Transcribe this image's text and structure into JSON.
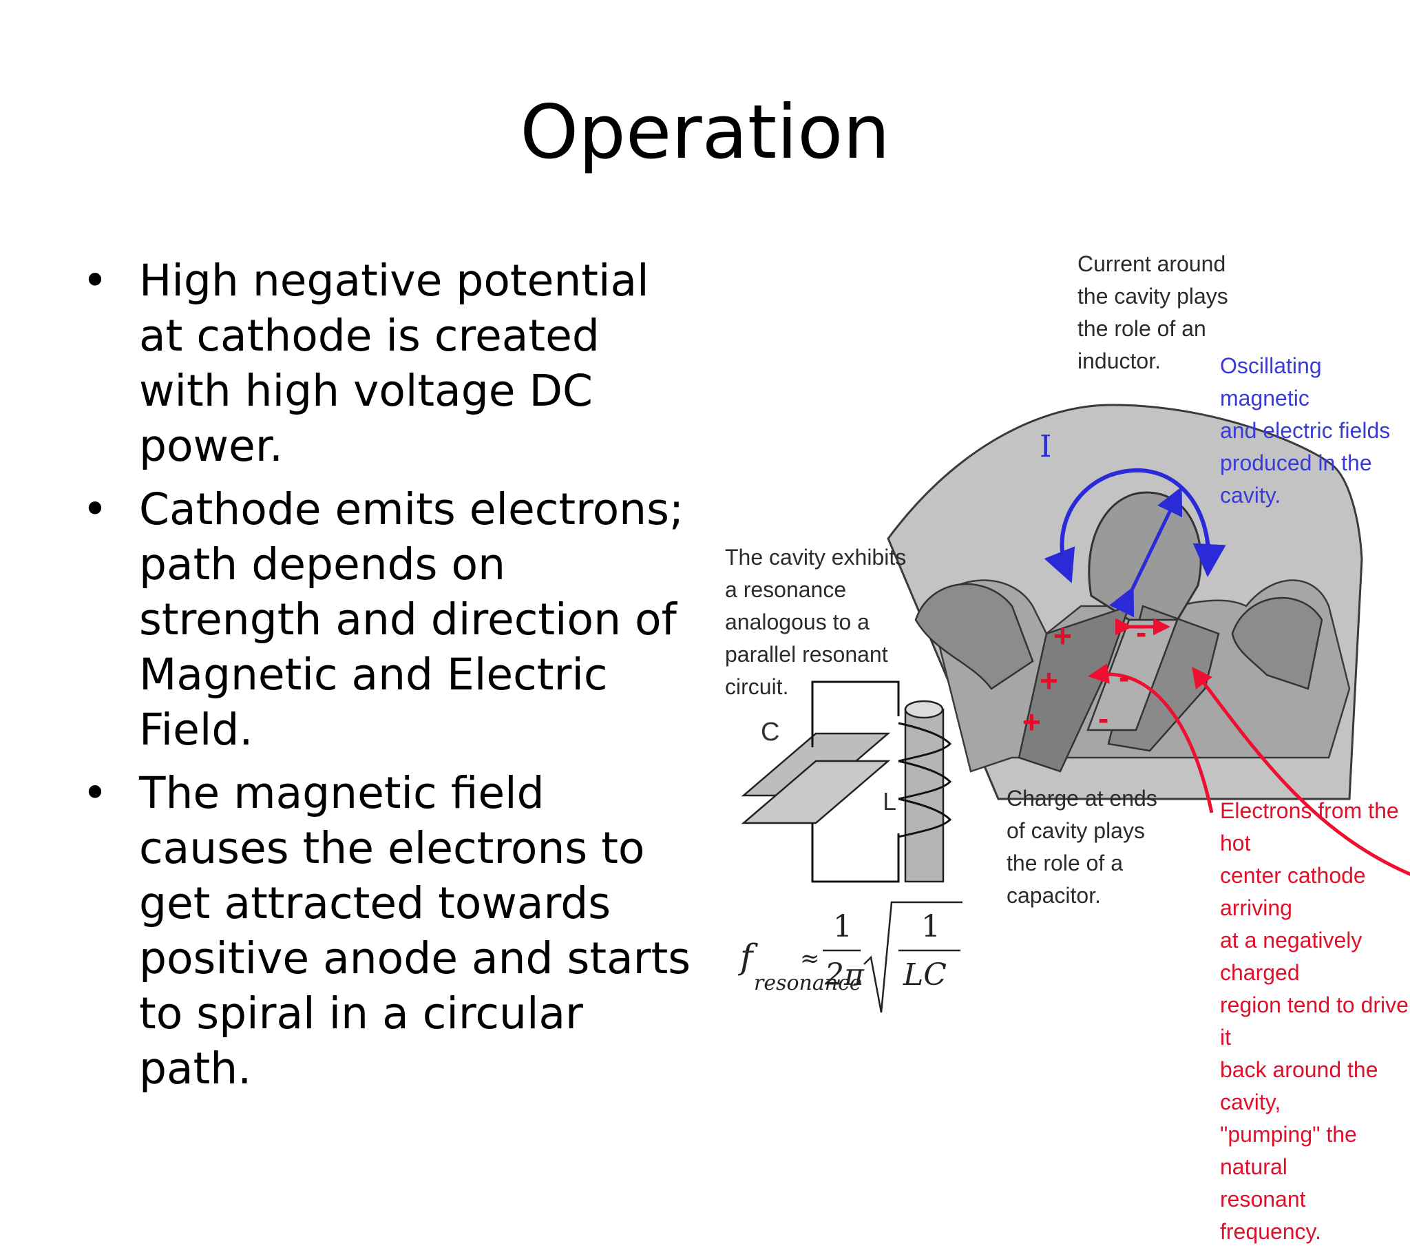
{
  "slide": {
    "title": "Operation",
    "bullet_marker": "•",
    "bullets": [
      "High negative potential at cathode is created with high voltage DC power.",
      "Cathode emits electrons; path depends on strength and direction of Magnetic and Electric Field.",
      "The magnetic field causes the electrons to get attracted towards positive anode and starts to spiral in a circular path."
    ]
  },
  "diagram": {
    "labels": {
      "current_note": "Current around\nthe cavity plays\nthe role of an\ninductor.",
      "fields_note": "Oscillating magnetic\nand electric fields\nproduced in the\ncavity.",
      "cavity_note": "The cavity exhibits\na resonance\nanalogous to a\nparallel resonant\ncircuit.",
      "charge_note": "Charge at ends\nof cavity plays\nthe role of a\ncapacitor.",
      "electrons_note": "Electrons from the hot\ncenter cathode arriving\nat a negatively charged\nregion tend to drive it\nback around the cavity,\n\"pumping\" the natural\nresonant frequency."
    },
    "symbols": {
      "current": "I",
      "capacitor": "C",
      "inductor": "L",
      "plus": "+",
      "minus": "-"
    },
    "formula": {
      "f": "f",
      "subscript": "resonance",
      "approx": "≈",
      "num1": "1",
      "den1": "2π",
      "num2": "1",
      "den2": "LC"
    },
    "colors": {
      "anode_gray": "#bdbdbd",
      "cavity_gray": "#8f8f8f",
      "current_blue": "#2a2ad8",
      "electron_red": "#ee1030",
      "note_blue": "#3a3ad6",
      "note_red": "#e0102a"
    }
  }
}
